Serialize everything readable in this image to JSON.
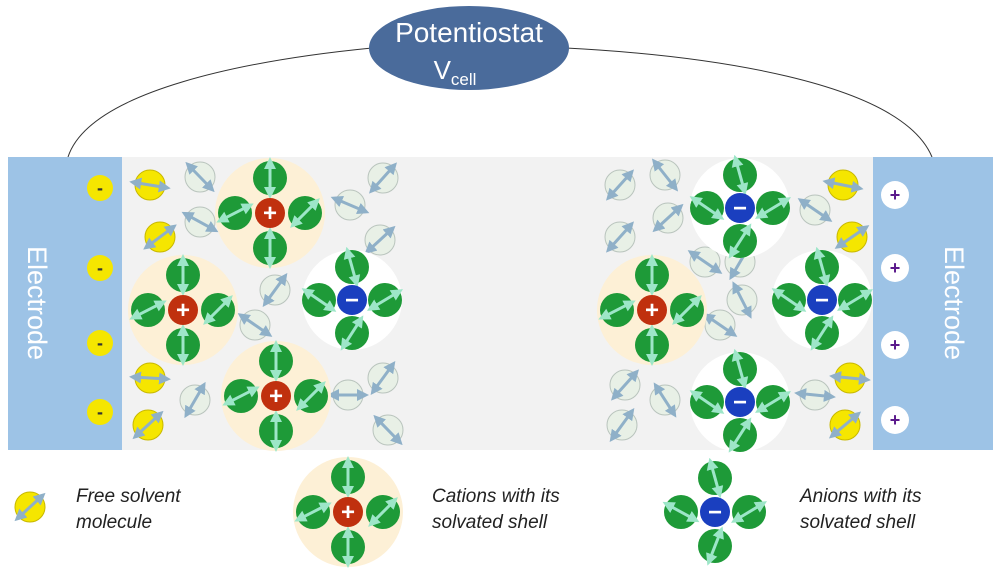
{
  "potentiostat": {
    "title": "Potentiostat",
    "v": "V",
    "sub": "cell"
  },
  "electrode_left": {
    "label": "Electrode",
    "charge": "-"
  },
  "electrode_right": {
    "label": "Electrode",
    "charge": "+"
  },
  "cation_symbol": "+",
  "anion_symbol": "−",
  "legend": [
    {
      "line1": "Free solvent",
      "line2": "molecule"
    },
    {
      "line1": "Cations with its",
      "line2": "solvated shell"
    },
    {
      "line1": "Anions with its",
      "line2": "solvated shell"
    }
  ],
  "colors": {
    "electrode": "#9dc3e6",
    "ellipse": "#4a6b9b",
    "cation": "#c0300e",
    "anion": "#1a3fbf",
    "shell": "#1e9a38",
    "solvent": "#e8f0e6",
    "yellow": "#f5e600",
    "plus": "#5b1a8c"
  }
}
